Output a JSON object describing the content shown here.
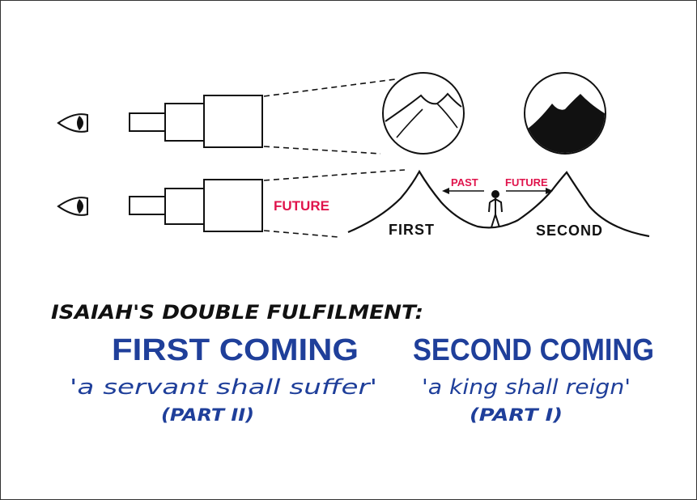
{
  "diagram": {
    "labels": {
      "future_left": "FUTURE",
      "past": "PAST",
      "future_right": "FUTURE",
      "first": "FIRST",
      "second": "SECOND"
    }
  },
  "caption": {
    "heading": "ISAIAH'S DOUBLE FULFILMENT:",
    "first_coming": {
      "title": "FIRST COMING",
      "quote": "'a servant shall suffer'",
      "part": "(PART II)"
    },
    "second_coming": {
      "title": "SECOND COMING",
      "quote": "'a king shall reign'",
      "part": "(PART I)"
    }
  },
  "colors": {
    "red_label": "#e0144c",
    "blue_text": "#1f3f9a",
    "ink": "#111111"
  }
}
